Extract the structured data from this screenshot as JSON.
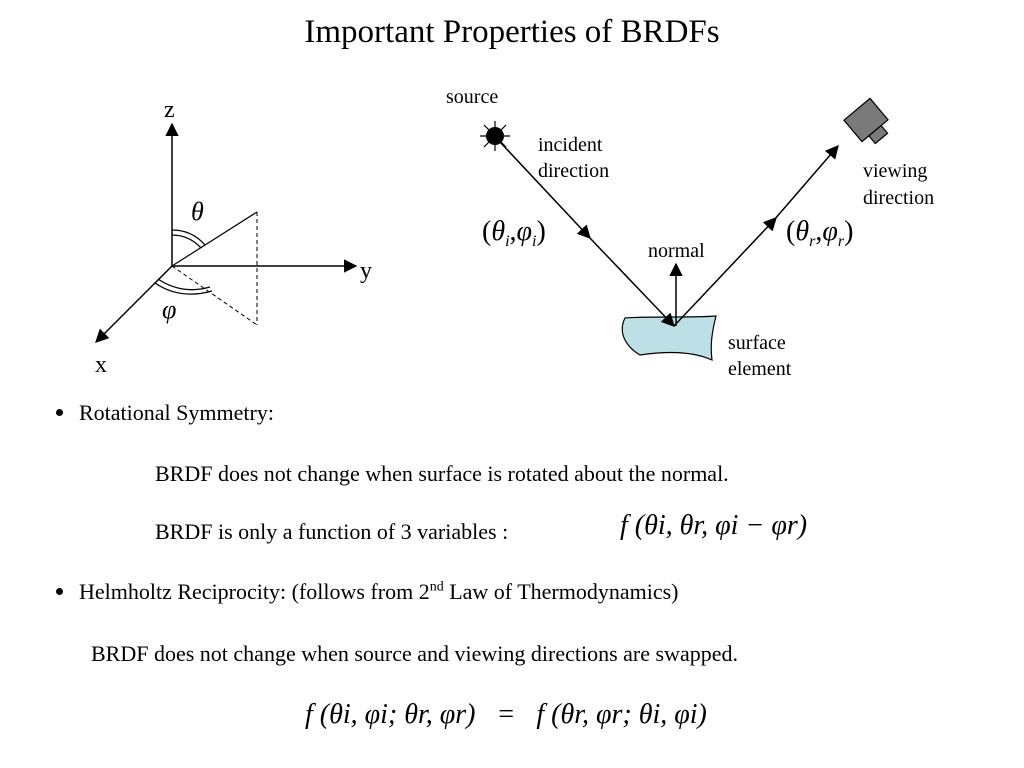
{
  "title": "Important Properties of BRDFs",
  "coord_diagram": {
    "axis_z": "z",
    "axis_y": "y",
    "axis_x": "x",
    "theta_symbol": "θ",
    "phi_symbol": "φ"
  },
  "scene_diagram": {
    "source_label": "source",
    "incident_label_1": "incident",
    "incident_label_2": "direction",
    "viewing_label_1": "viewing",
    "viewing_label_2": "direction",
    "normal_label": "normal",
    "surface_label_1": "surface",
    "surface_label_2": "element",
    "incident_angles": {
      "open": "(",
      "theta": "θ",
      "i1": "i",
      "comma": ",",
      "phi": "φ",
      "i2": "i",
      "close": ")"
    },
    "reflected_angles": {
      "open": "(",
      "theta": "θ",
      "r1": "r",
      "comma": ",",
      "phi": "φ",
      "r2": "r",
      "close": ")"
    },
    "colors": {
      "surface_fill": "#bde0e6",
      "stroke": "#000000"
    }
  },
  "bullets": [
    {
      "heading": "Rotational Symmetry:",
      "lines": [
        "BRDF does not change when surface is rotated about the normal.",
        "BRDF  is only a function of 3 variables :"
      ],
      "formula": "f (θi, θr, φi − φr)"
    },
    {
      "heading_pre": "Helmholtz Reciprocity:  (follows from 2",
      "heading_sup": "nd",
      "heading_post": " Law of Thermodynamics)",
      "lines": [
        "BRDF does not change when source and viewing directions are swapped."
      ],
      "formula": "f (θi, φi; θr, φr)   =   f (θr, φr; θi, φi)"
    }
  ]
}
